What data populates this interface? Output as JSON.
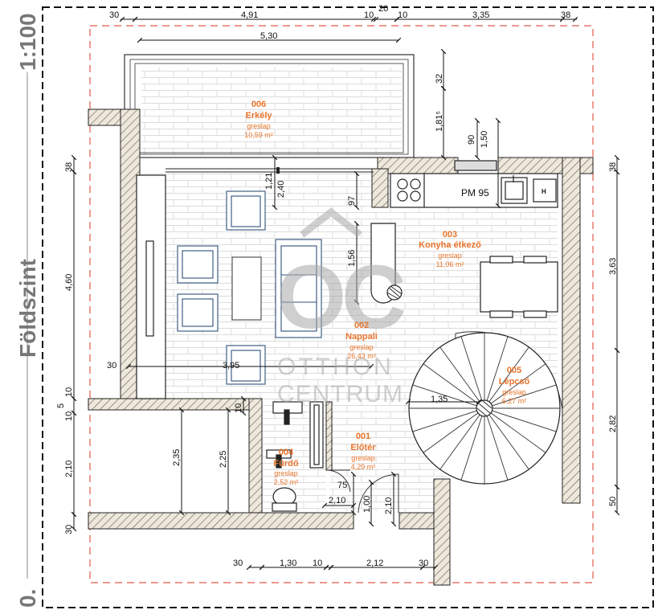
{
  "sheet": {
    "scale": "1:100",
    "level_name": "Földszint",
    "level_number": "0."
  },
  "watermark": {
    "logo_letters": "OC",
    "line1": "OTTHON",
    "line2": "CENTRUM"
  },
  "rooms": [
    {
      "id": "006",
      "name": "Erkély",
      "floor": "greslap",
      "area": "10,59 m²"
    },
    {
      "id": "003",
      "name": "Konyha étkező",
      "floor": "greslap",
      "area": "11,06 m²"
    },
    {
      "id": "002",
      "name": "Nappali",
      "floor": "greslap",
      "area": "26,43 m²"
    },
    {
      "id": "005",
      "name": "Lépcső",
      "floor": "greslap",
      "area": "6,27 m²"
    },
    {
      "id": "004",
      "name": "Fürdő",
      "floor": "greslap",
      "area": "2,52 m²"
    },
    {
      "id": "001",
      "name": "Előtér",
      "floor": "greslap",
      "area": "4,29 m²"
    }
  ],
  "kitchen": {
    "label": "PM 95",
    "appliance_mark": "H"
  },
  "dimensions": {
    "top_row": [
      "30",
      "4,91",
      "10",
      "20",
      "10",
      "3,35",
      "38"
    ],
    "balcony_width": "5,30",
    "left_column": [
      "38",
      "4,60",
      "30",
      "10",
      "5",
      "10",
      "2,10",
      "30"
    ],
    "right_column": [
      "38",
      "3,63",
      "2,82",
      "50"
    ],
    "bottom_row": [
      "30",
      "1,30",
      "10",
      "2,12",
      "30"
    ],
    "interior": [
      "32",
      "1,81⁵",
      "90",
      "1,50",
      "2,40",
      "1,21",
      "97",
      "1,56",
      "3,95",
      "1,35",
      "2,35",
      "2,25",
      "10",
      "75",
      "2,10",
      "1,00",
      "2,10"
    ]
  }
}
